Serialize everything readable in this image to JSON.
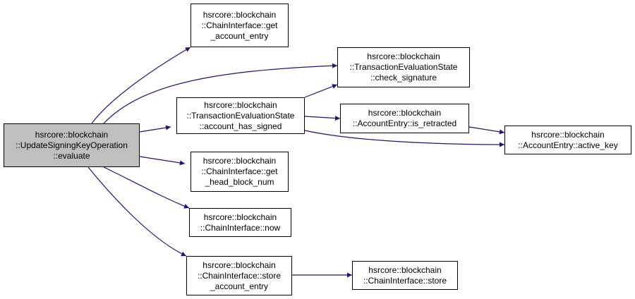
{
  "graph": {
    "edge_color": "#191970",
    "root_fill": "#bfbfbf",
    "nodes": [
      {
        "id": "evaluate",
        "root": true,
        "lines": [
          "hsrcore::blockchain",
          "::UpdateSigningKeyOperation",
          "::evaluate"
        ]
      },
      {
        "id": "get_account_entry",
        "lines": [
          "hsrcore::blockchain",
          "::ChainInterface::get",
          "_account_entry"
        ]
      },
      {
        "id": "account_has_signed",
        "lines": [
          "hsrcore::blockchain",
          "::TransactionEvaluationState",
          "::account_has_signed"
        ]
      },
      {
        "id": "check_signature",
        "lines": [
          "hsrcore::blockchain",
          "::TransactionEvaluationState",
          "::check_signature"
        ]
      },
      {
        "id": "is_retracted",
        "lines": [
          "hsrcore::blockchain",
          "::AccountEntry::is_retracted"
        ]
      },
      {
        "id": "active_key",
        "lines": [
          "hsrcore::blockchain",
          "::AccountEntry::active_key"
        ]
      },
      {
        "id": "get_head_block_num",
        "lines": [
          "hsrcore::blockchain",
          "::ChainInterface::get",
          "_head_block_num"
        ]
      },
      {
        "id": "now",
        "lines": [
          "hsrcore::blockchain",
          "::ChainInterface::now"
        ]
      },
      {
        "id": "store_account_entry",
        "lines": [
          "hsrcore::blockchain",
          "::ChainInterface::store",
          "_account_entry"
        ]
      },
      {
        "id": "store",
        "lines": [
          "hsrcore::blockchain",
          "::ChainInterface::store"
        ]
      }
    ],
    "edges": [
      {
        "from": "evaluate",
        "to": "get_account_entry"
      },
      {
        "from": "evaluate",
        "to": "check_signature"
      },
      {
        "from": "evaluate",
        "to": "account_has_signed"
      },
      {
        "from": "evaluate",
        "to": "get_head_block_num"
      },
      {
        "from": "evaluate",
        "to": "now"
      },
      {
        "from": "evaluate",
        "to": "store_account_entry"
      },
      {
        "from": "account_has_signed",
        "to": "check_signature"
      },
      {
        "from": "account_has_signed",
        "to": "is_retracted"
      },
      {
        "from": "account_has_signed",
        "to": "active_key"
      },
      {
        "from": "is_retracted",
        "to": "active_key"
      },
      {
        "from": "store_account_entry",
        "to": "store"
      }
    ]
  }
}
